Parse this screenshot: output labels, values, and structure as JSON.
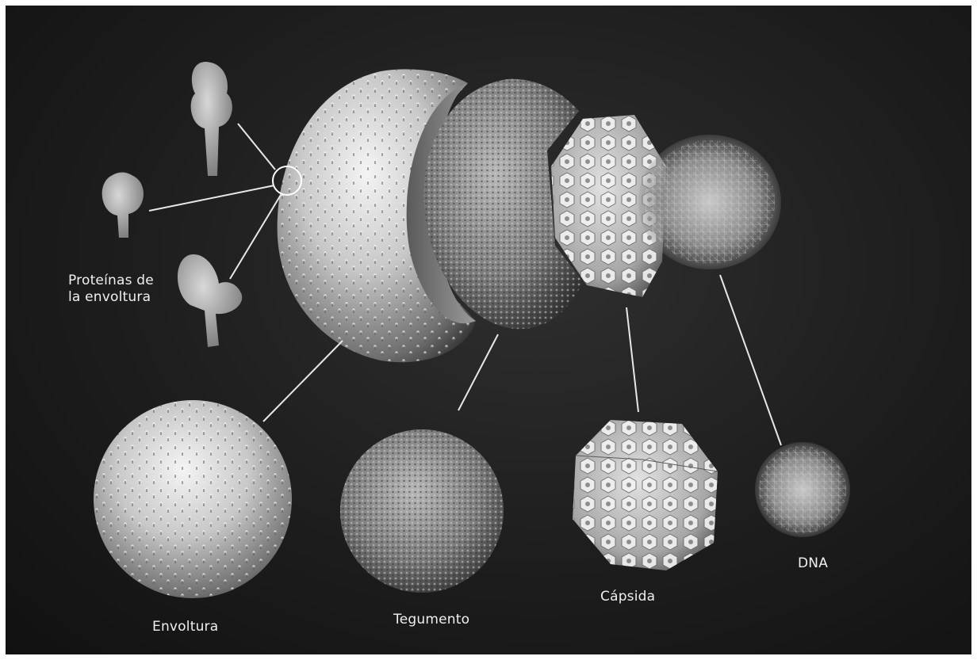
{
  "labels": {
    "proteins_line1": "Proteínas de",
    "proteins_line2": "la envoltura",
    "envelope": "Envoltura",
    "tegument": "Tegumento",
    "capsid": "Cápsida",
    "dna": "DNA"
  },
  "colors": {
    "background": "#1d1d1d",
    "frame": "#ffffff",
    "leader_lines": "#e8e8e8",
    "label_text": "#f0f0f0"
  }
}
